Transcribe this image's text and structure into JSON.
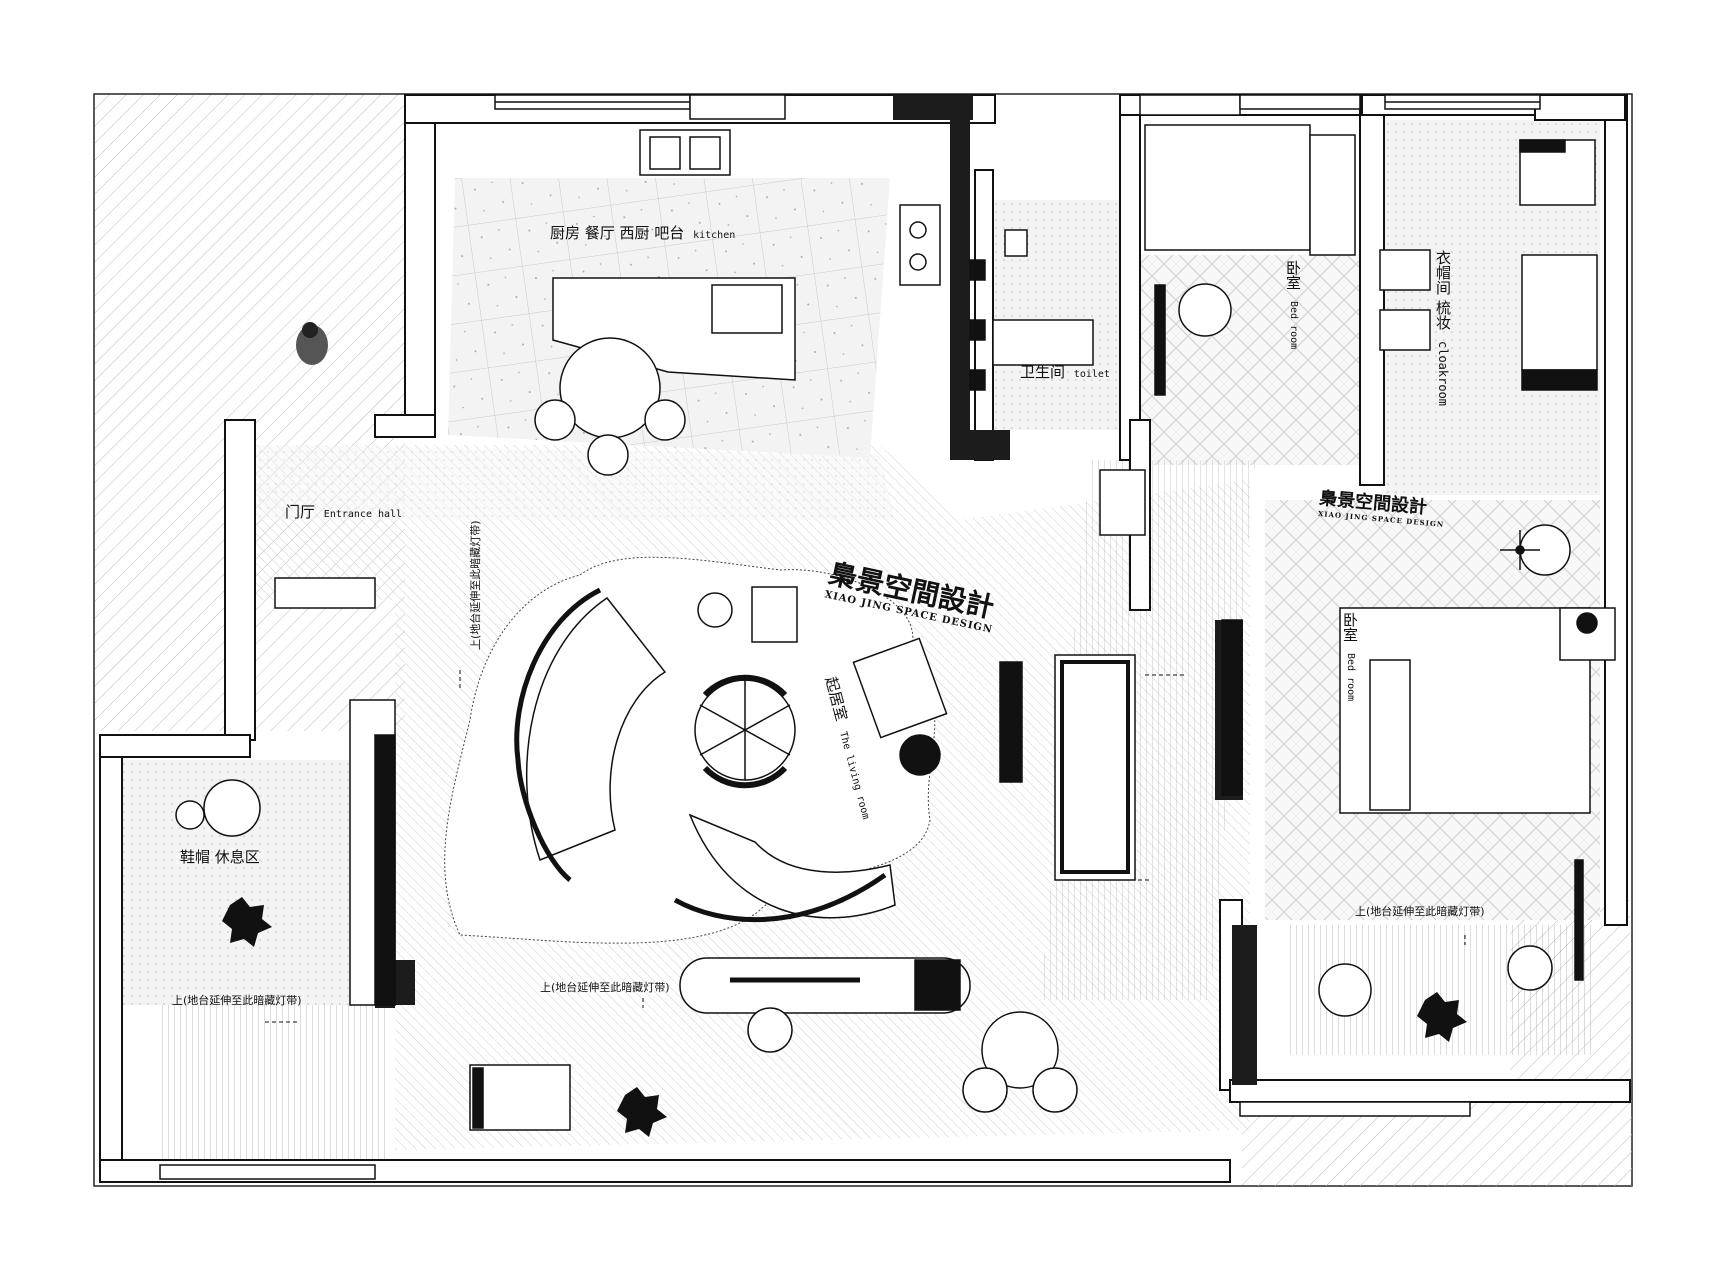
{
  "brand": {
    "cn": "梟景空間設計",
    "en": "XIAO JING SPACE DESIGN"
  },
  "rooms": {
    "kitchen_cn": "厨房  餐厅  西厨  吧台",
    "kitchen_en": "kitchen",
    "toilet_cn": "卫生间",
    "toilet_en": "toilet",
    "bedroom1_cn": "卧室",
    "bedroom1_en": "Bed room",
    "cloakroom_cn": "衣帽间  梳妆",
    "cloakroom_en": "cloakroom",
    "entrance_cn": "门厅",
    "entrance_en": "Entrance hall",
    "living_cn": "起居室",
    "living_en": "The living room",
    "bedroom2_cn": "卧室",
    "bedroom2_en": "Bed room",
    "shoe_cn": "鞋帽  休息区"
  },
  "notes": {
    "platform_step_1": "上(地台延伸至此暗藏灯带)",
    "platform_step_2": "上(地台延伸至此暗藏灯带)",
    "platform_step_3": "上(地台延伸至此暗藏灯带)",
    "platform_step_4": "上(地台延伸至此暗藏灯带)"
  }
}
